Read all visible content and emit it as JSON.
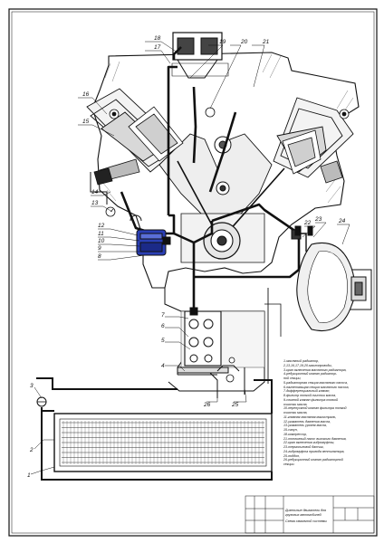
{
  "callouts": {
    "c1": "1",
    "c2": "2",
    "c3": "3",
    "c4": "4",
    "c5": "5",
    "c6": "6",
    "c7": "7",
    "c8": "8",
    "c9": "9",
    "c10": "10",
    "c11": "11",
    "c12": "12",
    "c13": "13",
    "c14": "14",
    "c15": "15",
    "c16": "16",
    "c17": "17",
    "c18": "18",
    "c19": "19",
    "c20": "20",
    "c21": "21",
    "c22": "22",
    "c23": "23",
    "c24": "24",
    "c25": "25",
    "c26": "26"
  },
  "legend": [
    "1-масляный радиатор,",
    "2,13,16,17,19,20-маслопроводы,",
    "3-кран включения масляного радиатора,",
    "4-редукционный клапан радиатор-",
    "ной секции,",
    "5-радиаторная секция масляного насоса,",
    "6-нагнетающая секция масляного насоса,",
    "7-дифференциальный клапан,",
    "8-фильтр тонкой очистки масла,",
    "9-сливной клапан фильтра тонкой",
    "очистки масла,",
    "10-перепускной клапан фильтра тонкой",
    "очистки масла,",
    "11-главная масляная магистраль,",
    "12-указатель давления масла,",
    "13-указатель уровня масла,",
    "15-сапун,",
    "18-компрессор,",
    "21-топливный насос высокого давления,",
    "22-кран включения гидромуфты,",
    "23-термосиловой датчик,",
    "24-гидромуфта привода вентилятора,",
    "25-поддон,",
    "26-редукционный клапан радиаторной",
    "секции."
  ],
  "title_block": {
    "caption_1": "Дизельные двигатели для",
    "caption_2": "грузовых автомобилей",
    "caption_3": "Схема смазочной системы"
  }
}
